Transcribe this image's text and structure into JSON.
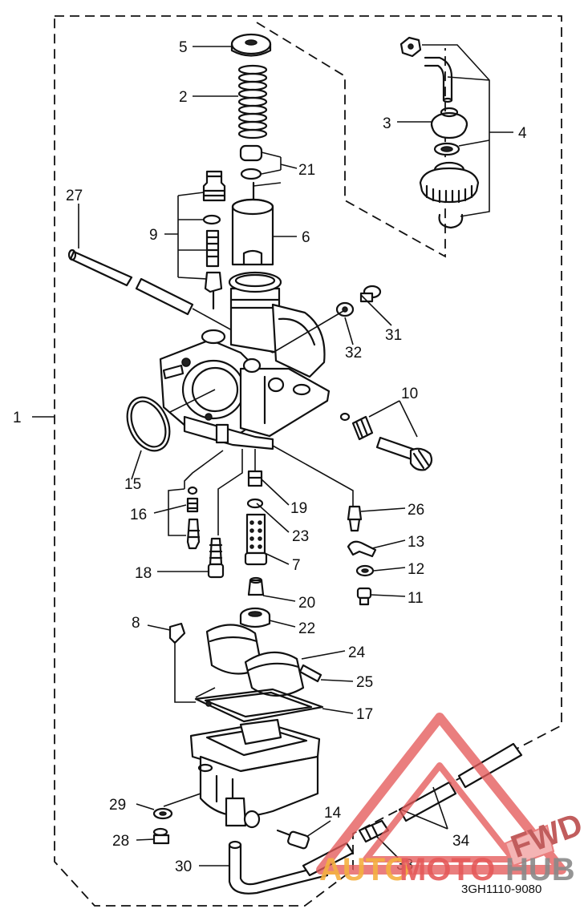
{
  "diagram": {
    "drawing_code": "3GH1110-9080",
    "part_numbers": [
      "1",
      "2",
      "3",
      "4",
      "5",
      "6",
      "7",
      "8",
      "9",
      "10",
      "11",
      "12",
      "13",
      "14",
      "15",
      "16",
      "17",
      "18",
      "19",
      "20",
      "21",
      "22",
      "23",
      "24",
      "25",
      "26",
      "27",
      "28",
      "29",
      "30",
      "31",
      "32",
      "33",
      "34"
    ]
  },
  "watermark": {
    "brand_part1": "AUTO",
    "brand_part2": "MOTO",
    "brand_part3": "HUB",
    "badge": "FWD",
    "colors": {
      "triangle": "#e55a5a",
      "auto": "#f5b041",
      "moto": "#e55a5a",
      "hub": "#8a8a8a"
    }
  }
}
